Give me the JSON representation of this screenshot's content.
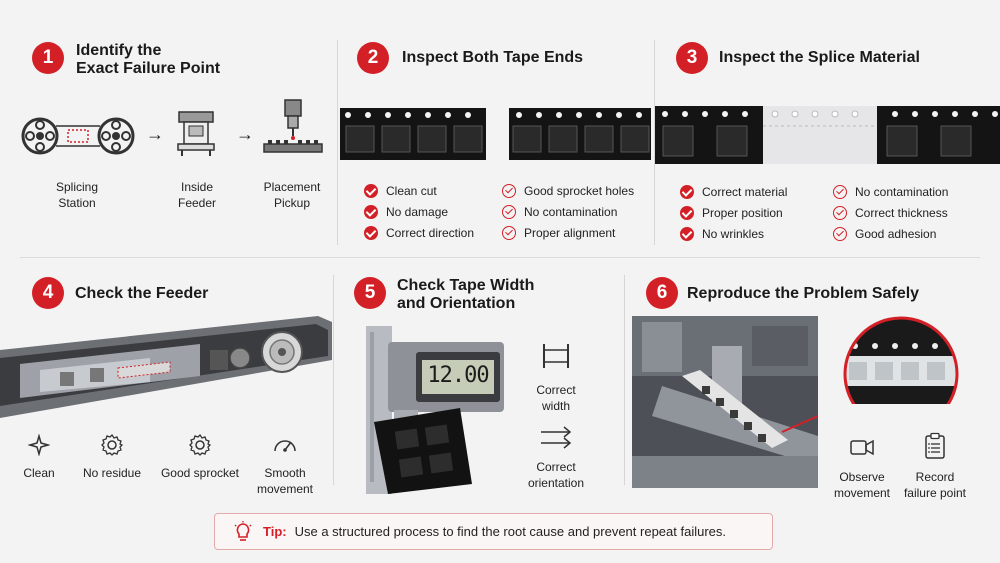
{
  "steps": [
    {
      "num": "1",
      "title_line1": "Identify the",
      "title_line2": "Exact Failure Point"
    },
    {
      "num": "2",
      "title": "Inspect Both Tape Ends"
    },
    {
      "num": "3",
      "title": "Inspect the Splice Material"
    },
    {
      "num": "4",
      "title": "Check the Feeder"
    },
    {
      "num": "5",
      "title_line1": "Check Tape Width",
      "title_line2": "and Orientation"
    },
    {
      "num": "6",
      "title": "Reproduce the Problem Safely"
    }
  ],
  "step1": {
    "labels": [
      {
        "line1": "Splicing",
        "line2": "Station"
      },
      {
        "line1": "Inside",
        "line2": "Feeder"
      },
      {
        "line1": "Placement",
        "line2": "Pickup"
      }
    ],
    "arrows": [
      "→",
      "→"
    ]
  },
  "step2": {
    "checks_left": [
      "Clean cut",
      "No damage",
      "Correct direction"
    ],
    "checks_right": [
      "Good sprocket holes",
      "No contamination",
      "Proper alignment"
    ]
  },
  "step3": {
    "checks_left": [
      "Correct material",
      "Proper position",
      "No wrinkles"
    ],
    "checks_right": [
      "No contamination",
      "Correct thickness",
      "Good adhesion"
    ]
  },
  "step4": {
    "items": [
      {
        "icon": "sparkle-icon",
        "label_line1": "Clean",
        "label_line2": ""
      },
      {
        "icon": "gear-icon",
        "label_line1": "No residue",
        "label_line2": ""
      },
      {
        "icon": "gear-icon",
        "label_line1": "Good sprocket",
        "label_line2": ""
      },
      {
        "icon": "gauge-icon",
        "label_line1": "Smooth",
        "label_line2": "movement"
      }
    ]
  },
  "step5": {
    "caliper_reading": "12.00",
    "items": [
      {
        "icon": "width-icon",
        "line1": "Correct",
        "line2": "width"
      },
      {
        "icon": "orientation-arrows-icon",
        "line1": "Correct",
        "line2": "orientation"
      }
    ]
  },
  "step6": {
    "items": [
      {
        "icon": "video-camera-icon",
        "line1": "Observe",
        "line2": "movement"
      },
      {
        "icon": "clipboard-icon",
        "line1": "Record",
        "line2": "failure point"
      }
    ]
  },
  "tip": {
    "label": "Tip:",
    "text": "Use a structured process to find the root cause and prevent repeat failures."
  },
  "colors": {
    "accent": "#d32027",
    "background": "#f3f3f3",
    "text": "#1d1d1d"
  }
}
